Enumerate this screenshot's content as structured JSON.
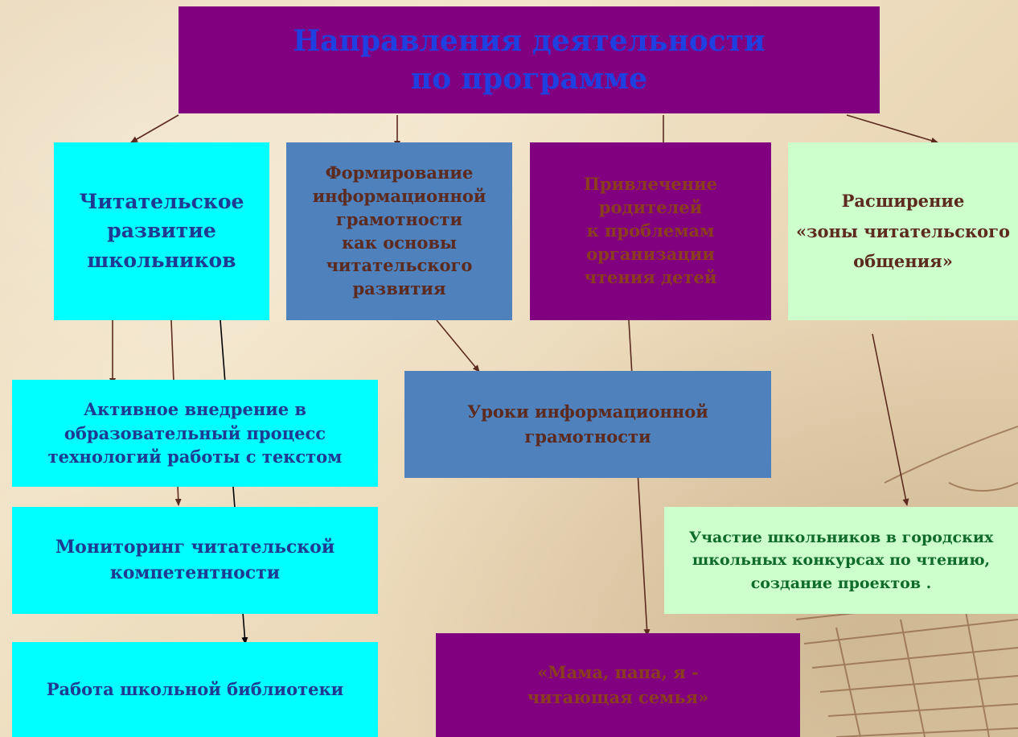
{
  "diagram": {
    "title": "Направления деятельности\nпо программе",
    "directions": [
      "Читательское\nразвитие\nшкольников",
      "Формирование\nинформационной\nграмотности\nкак основы\nчитательского\nразвития",
      "Привлечение\nродителей\nк проблемам\nорганизации\nчтения детей",
      "Расширение\n«зоны читательского\nобщения»"
    ],
    "activities": {
      "active_introduction": "Активное внедрение в\nобразовательный процесс\nтехнологий работы с текстом",
      "monitoring": "Мониторинг  читательской\nкомпетентности",
      "library": "Работа школьной библиотеки",
      "info_lessons": "Уроки информационной\nграмотности",
      "contests": "Участие школьников в городских\nшкольных конкурсах по чтению,\nсоздание проектов .",
      "family": "«Мама, папа, я -\nчитающая семья»"
    }
  },
  "colors": {
    "purple": "#800080",
    "cyan": "#00ffff",
    "steel_blue": "#4f81bd",
    "mint": "#ccffcc",
    "arrow": "#5c2a1f"
  }
}
